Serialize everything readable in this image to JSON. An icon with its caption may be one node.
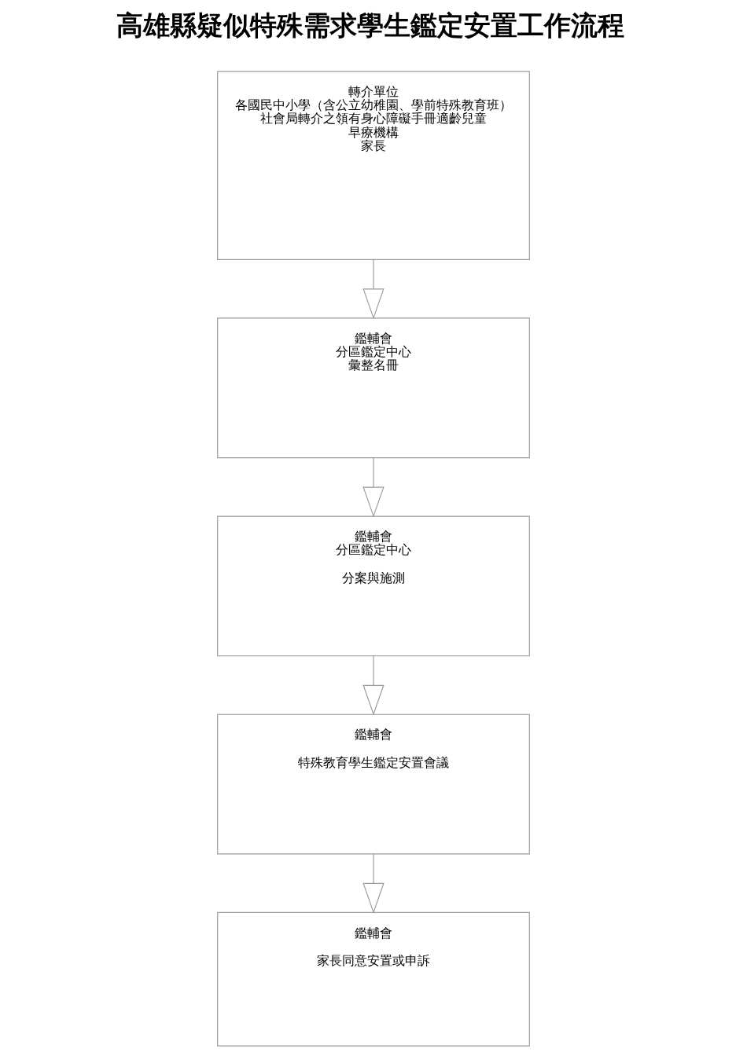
{
  "diagram": {
    "title": "高雄縣疑似特殊需求學生鑑定安置工作流程",
    "nodes": [
      {
        "text": [
          "轉介單位",
          "各國民中小學（含公立幼稚園、學前特殊教育班）",
          "社會局轉介之領有身心障礙手冊適齡兒童",
          "早療機構",
          "家長"
        ]
      },
      {
        "text": [
          "鑑輔會",
          "分區鑑定中心",
          "彙整名冊"
        ]
      },
      {
        "text": [
          "鑑輔會",
          "分區鑑定中心",
          "分案與施測"
        ]
      },
      {
        "text": [
          "鑑輔會",
          "特殊教育學生鑑定安置會議"
        ]
      },
      {
        "text": [
          "鑑輔會",
          "家長同意安置或申訴"
        ]
      }
    ],
    "edges": [
      {
        "from": 0,
        "to": 1,
        "arrow": "to"
      },
      {
        "from": 1,
        "to": 2,
        "arrow": "to"
      },
      {
        "from": 2,
        "to": 3,
        "arrow": "to"
      },
      {
        "from": 3,
        "to": 4,
        "arrow": "to"
      }
    ]
  }
}
